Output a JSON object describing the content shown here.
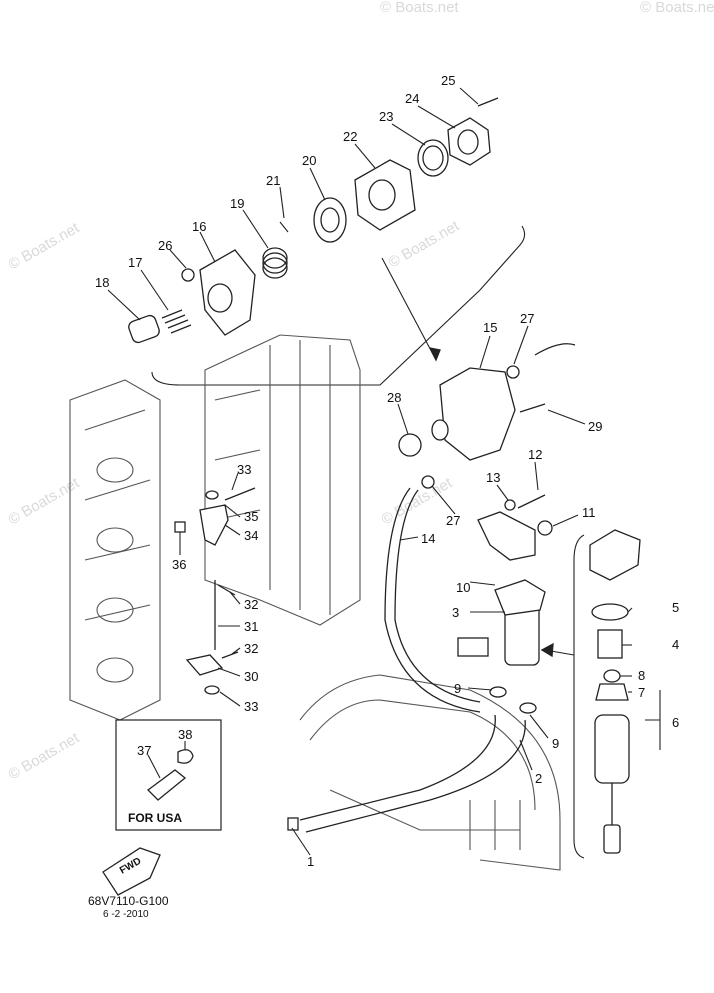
{
  "watermark": "© Boats.net",
  "callouts": [
    {
      "id": "n1",
      "text": "1"
    },
    {
      "id": "n2",
      "text": "2"
    },
    {
      "id": "n3",
      "text": "3"
    },
    {
      "id": "n4",
      "text": "4"
    },
    {
      "id": "n5",
      "text": "5"
    },
    {
      "id": "n6",
      "text": "6"
    },
    {
      "id": "n7",
      "text": "7"
    },
    {
      "id": "n8",
      "text": "8"
    },
    {
      "id": "n9a",
      "text": "9"
    },
    {
      "id": "n9b",
      "text": "9"
    },
    {
      "id": "n10",
      "text": "10"
    },
    {
      "id": "n11",
      "text": "11"
    },
    {
      "id": "n12",
      "text": "12"
    },
    {
      "id": "n13",
      "text": "13"
    },
    {
      "id": "n14",
      "text": "14"
    },
    {
      "id": "n15",
      "text": "15"
    },
    {
      "id": "n16",
      "text": "16"
    },
    {
      "id": "n17",
      "text": "17"
    },
    {
      "id": "n18",
      "text": "18"
    },
    {
      "id": "n19",
      "text": "19"
    },
    {
      "id": "n20",
      "text": "20"
    },
    {
      "id": "n21",
      "text": "21"
    },
    {
      "id": "n22",
      "text": "22"
    },
    {
      "id": "n23",
      "text": "23"
    },
    {
      "id": "n24",
      "text": "24"
    },
    {
      "id": "n25",
      "text": "25"
    },
    {
      "id": "n26",
      "text": "26"
    },
    {
      "id": "n27a",
      "text": "27"
    },
    {
      "id": "n27b",
      "text": "27"
    },
    {
      "id": "n28",
      "text": "28"
    },
    {
      "id": "n29",
      "text": "29"
    },
    {
      "id": "n30",
      "text": "30"
    },
    {
      "id": "n31",
      "text": "31"
    },
    {
      "id": "n32a",
      "text": "32"
    },
    {
      "id": "n32b",
      "text": "32"
    },
    {
      "id": "n33a",
      "text": "33"
    },
    {
      "id": "n33b",
      "text": "33"
    },
    {
      "id": "n34",
      "text": "34"
    },
    {
      "id": "n35",
      "text": "35"
    },
    {
      "id": "n36",
      "text": "36"
    },
    {
      "id": "n37",
      "text": "37"
    },
    {
      "id": "n38",
      "text": "38"
    }
  ],
  "inset": {
    "label": "FOR USA"
  },
  "fwd": {
    "label": "FWD"
  },
  "footer": {
    "code": "68V7110-G100",
    "date": "6 -2 -2010"
  }
}
